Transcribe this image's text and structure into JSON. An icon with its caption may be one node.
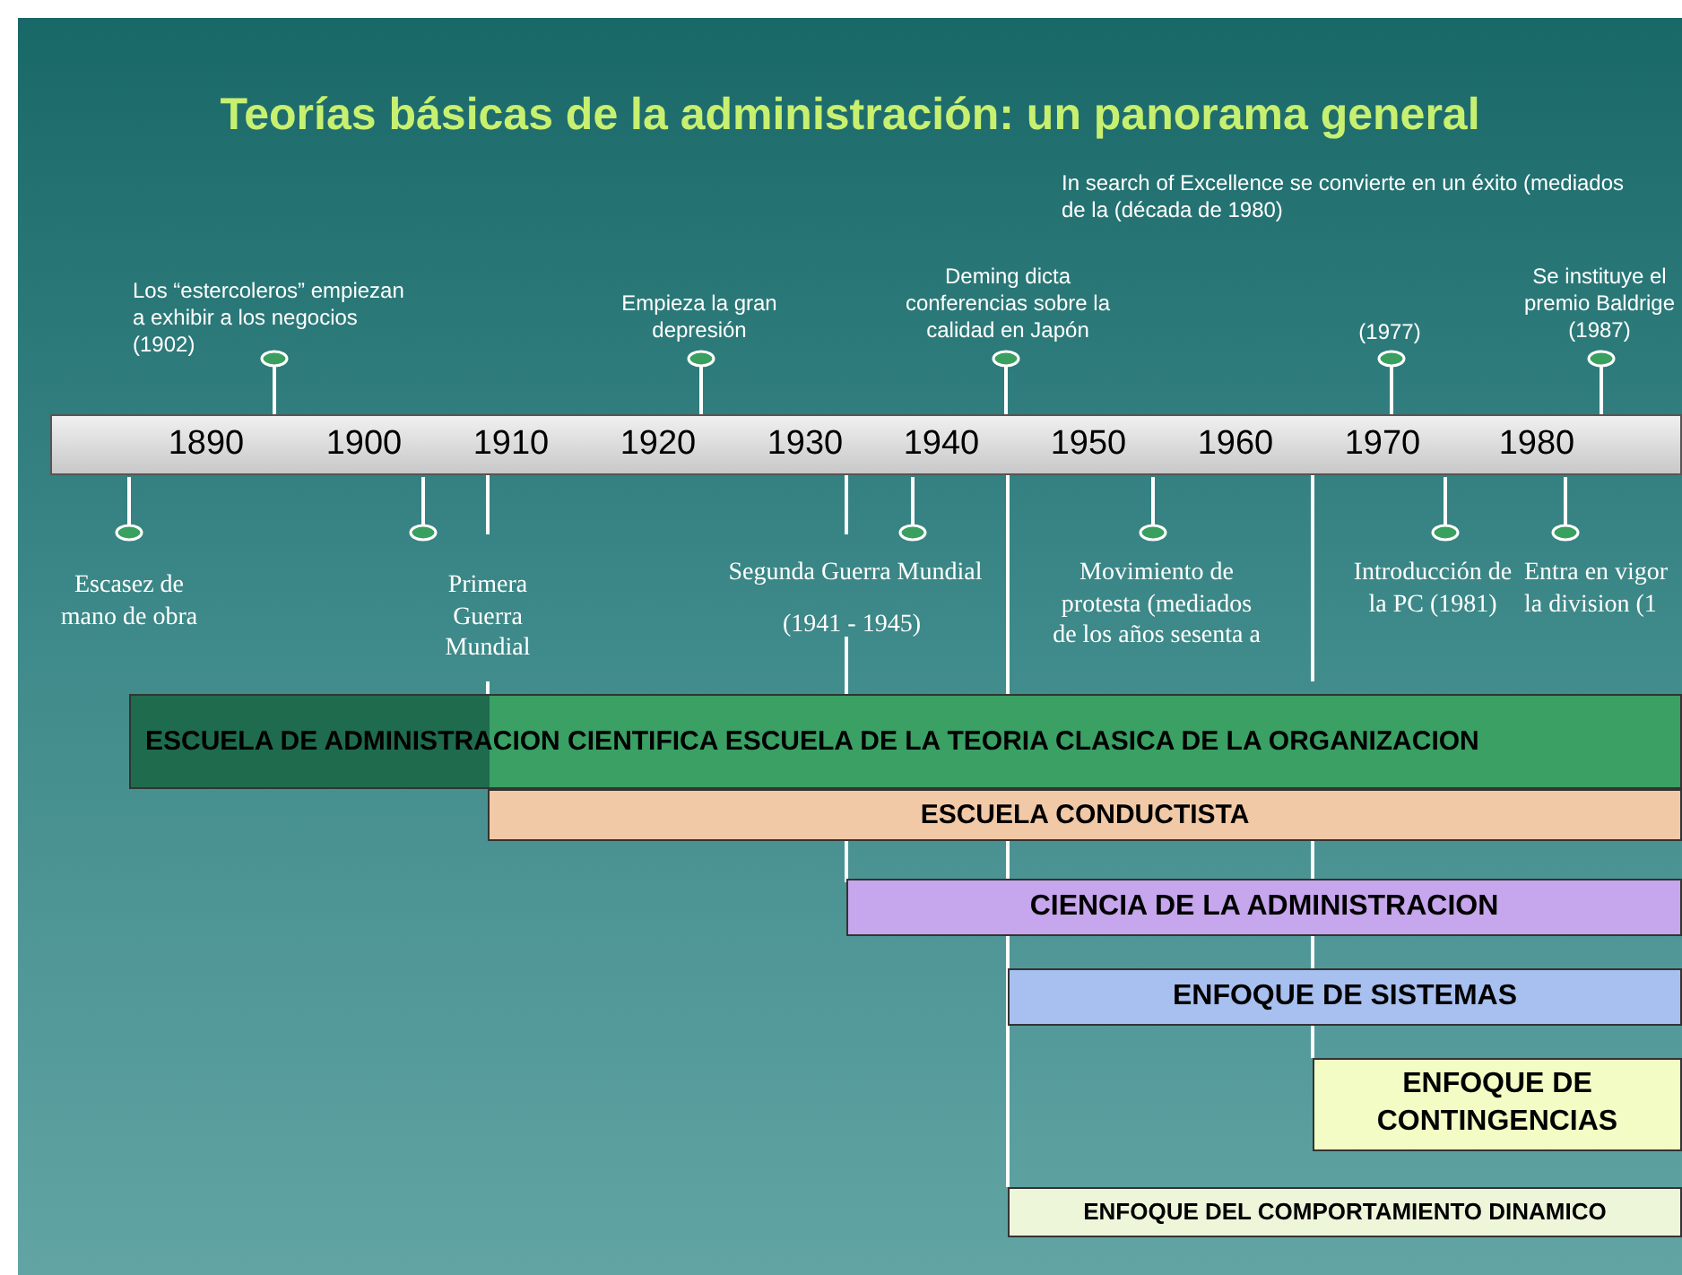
{
  "diagram": {
    "title": "Teorías básicas de la administración: un panorama general",
    "nodes": [
      {
        "text": [
          "ESCUELA DE ADMINISTRACION CIENTIFICA ESCUELA DE LA TEORIA CLASICA DE LA ORGANIZACION"
        ]
      },
      {
        "text": [
          "ESCUELA CONDUCTISTA"
        ]
      },
      {
        "text": [
          "CIENCIA DE LA ADMINISTRACION"
        ]
      },
      {
        "text": [
          "ENFOQUE DE SISTEMAS"
        ]
      },
      {
        "text": [
          "ENFOQUE DE CONTINGENCIAS"
        ]
      },
      {
        "text": [
          "ENFOQUE DEL COMPORTAMIENTO DINAMICO"
        ]
      }
    ],
    "edges": [],
    "labels": [
      "In search of Excellence se convierte en un éxito (mediados de la (década de 1980)",
      "Los “estercoleros” empiezan a exhibir a los negocios (1902)",
      "Empieza la gran depresión",
      "Deming dicta conferencias sobre la calidad en Japón",
      "(1977)",
      "Se instituye el premio Baldrige (1987)",
      "1890",
      "1900",
      "1910",
      "1920",
      "1930",
      "1940",
      "1950",
      "1960",
      "1970",
      "1980",
      "Escasez de mano de obra",
      "Primera Guerra Mundial",
      "Segunda Guerra Mundial",
      "(1941 - 1945)",
      "Movimiento de protesta (mediados de los años sesenta a",
      "Introducción de la PC (1981)",
      "Entra en vigor la division (1"
    ]
  }
}
